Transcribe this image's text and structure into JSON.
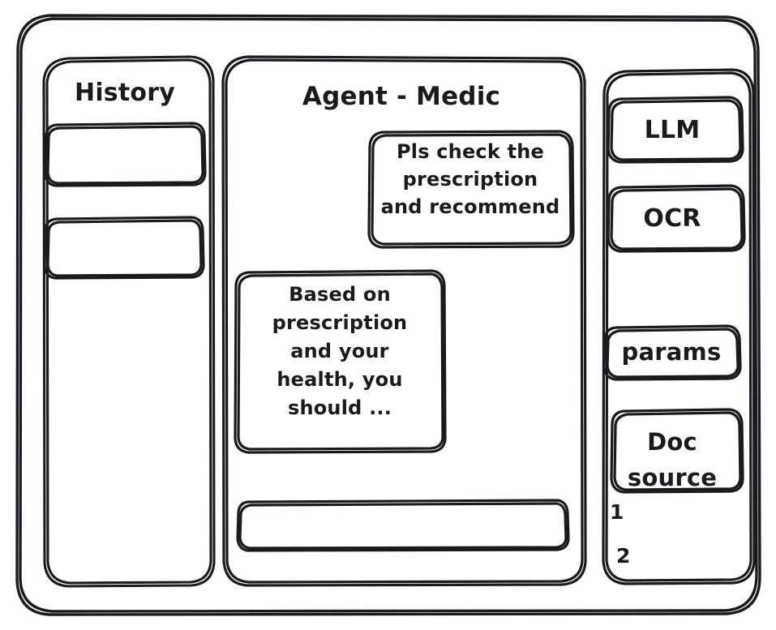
{
  "window": {
    "style": "hand-drawn-wireframe",
    "stroke_color": "#1b1b1f",
    "background_color": "#ffffff"
  },
  "sidebar_history": {
    "title": "History",
    "items": [
      {
        "label": "",
        "name": "history-item-1"
      },
      {
        "label": "",
        "name": "history-item-2"
      }
    ]
  },
  "main": {
    "title": "Agent - Medic",
    "messages": [
      {
        "role": "user",
        "text": "Pls check the\nprescription\nand recommend"
      },
      {
        "role": "agent",
        "text": "Based on\nprescription\nand your\nhealth, you\nshould ..."
      }
    ],
    "composer": {
      "value": "",
      "placeholder": ""
    }
  },
  "tools_panel": {
    "buttons": [
      {
        "label": "LLM",
        "name": "tool-button-llm"
      },
      {
        "label": "OCR",
        "name": "tool-button-ocr"
      },
      {
        "label": "params",
        "name": "tool-button-params"
      }
    ],
    "doc_source": {
      "label": "Doc\nsource",
      "items": [
        "1",
        "2"
      ]
    }
  }
}
